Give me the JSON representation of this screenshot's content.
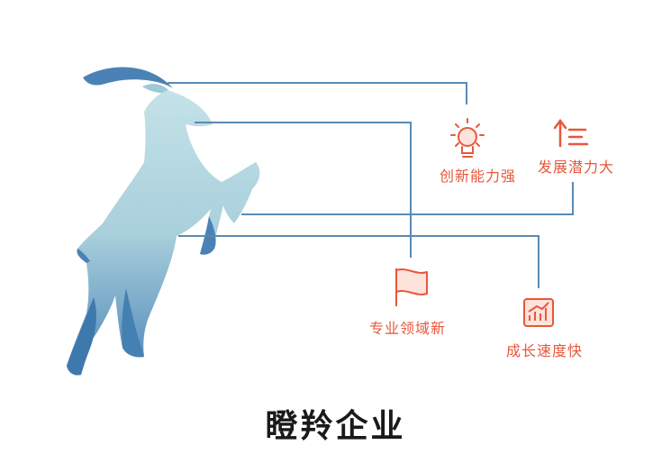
{
  "diagram": {
    "title": "瞪羚企业",
    "features": [
      {
        "label": "创新能力强",
        "icon": "lightbulb-icon"
      },
      {
        "label": "发展潜力大",
        "icon": "growth-bars-icon"
      },
      {
        "label": "专业领域新",
        "icon": "flag-icon"
      },
      {
        "label": "成长速度快",
        "icon": "rising-chart-icon"
      }
    ],
    "colors": {
      "connector": "#5a8ab3",
      "accent": "#e8573a",
      "gazelle_light": "#b9dde5",
      "gazelle_dark": "#4b82b5",
      "title": "#1a1a1a"
    }
  }
}
